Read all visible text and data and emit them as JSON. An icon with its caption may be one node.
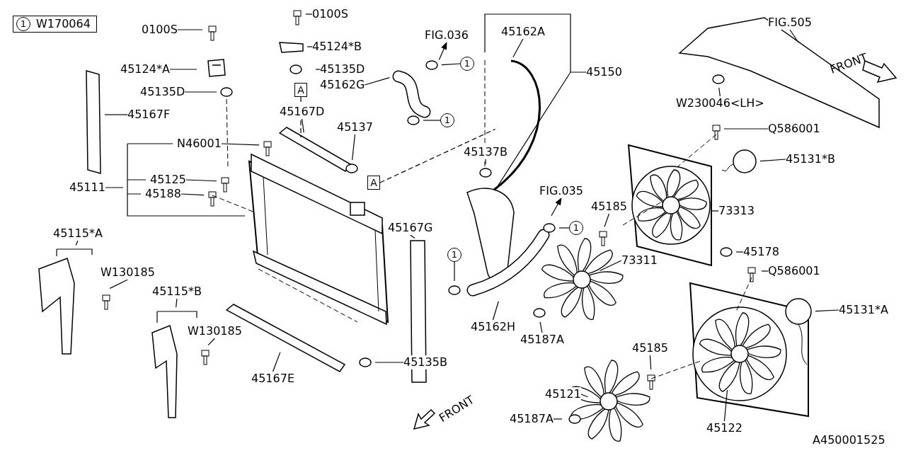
{
  "diagram": {
    "nodes": [
      {
        "text": [
          "1",
          "W170064"
        ]
      },
      {
        "text": [
          "0100S"
        ]
      },
      {
        "text": [
          "0100S"
        ]
      },
      {
        "text": [
          "45124*B"
        ]
      },
      {
        "text": [
          "45124*A"
        ]
      },
      {
        "text": [
          "45135D"
        ]
      },
      {
        "text": [
          "A"
        ]
      },
      {
        "text": [
          "45135D"
        ]
      },
      {
        "text": [
          "45167F"
        ]
      },
      {
        "text": [
          "45167D"
        ]
      },
      {
        "text": [
          "N46001"
        ]
      },
      {
        "text": [
          "45111"
        ]
      },
      {
        "text": [
          "45125"
        ]
      },
      {
        "text": [
          "45188"
        ]
      },
      {
        "text": [
          "45137"
        ]
      },
      {
        "text": [
          "FIG.036"
        ]
      },
      {
        "text": [
          "1"
        ]
      },
      {
        "text": [
          "45162G"
        ]
      },
      {
        "text": [
          "1"
        ]
      },
      {
        "text": [
          "45162A"
        ]
      },
      {
        "text": [
          "45150"
        ]
      },
      {
        "text": [
          "45137B"
        ]
      },
      {
        "text": [
          "A"
        ]
      },
      {
        "text": [
          "45167G"
        ]
      },
      {
        "text": [
          "45115*A"
        ]
      },
      {
        "text": [
          "W130185"
        ]
      },
      {
        "text": [
          "FIG.035"
        ]
      },
      {
        "text": [
          "1"
        ]
      },
      {
        "text": [
          "45185"
        ]
      },
      {
        "text": [
          "73313"
        ]
      },
      {
        "text": [
          "1"
        ]
      },
      {
        "text": [
          "73311"
        ]
      },
      {
        "text": [
          "45178"
        ]
      },
      {
        "text": [
          "45162H"
        ]
      },
      {
        "text": [
          "45187A"
        ]
      },
      {
        "text": [
          "45115*B"
        ]
      },
      {
        "text": [
          "W130185"
        ]
      },
      {
        "text": [
          "45167E"
        ]
      },
      {
        "text": [
          "45135B"
        ]
      },
      {
        "text": [
          "45185"
        ]
      },
      {
        "text": [
          "45121"
        ]
      },
      {
        "text": [
          "45187A"
        ]
      },
      {
        "text": [
          "45122"
        ]
      },
      {
        "text": [
          "FIG.505"
        ]
      },
      {
        "text": [
          "W230046<LH>"
        ]
      },
      {
        "text": [
          "Q586001"
        ]
      },
      {
        "text": [
          "45131*B"
        ]
      },
      {
        "text": [
          "Q586001"
        ]
      },
      {
        "text": [
          "45131*A"
        ]
      },
      {
        "text": [],
        "shape": "picture"
      }
    ],
    "edges": [
      {
        "from": 1,
        "to": null,
        "arrow": "none"
      },
      {
        "from": 2,
        "to": null,
        "arrow": "none"
      },
      {
        "from": 3,
        "to": null,
        "arrow": "none"
      },
      {
        "from": 4,
        "to": null,
        "arrow": "none"
      },
      {
        "from": 5,
        "to": null,
        "arrow": "none"
      },
      {
        "from": 7,
        "to": null,
        "arrow": "none"
      },
      {
        "from": 8,
        "to": null,
        "arrow": "none"
      },
      {
        "from": 9,
        "to": null,
        "arrow": "none"
      },
      {
        "from": 10,
        "to": null,
        "arrow": "none"
      },
      {
        "from": 11,
        "to": null,
        "arrow": "none"
      },
      {
        "from": 12,
        "to": null,
        "arrow": "none"
      },
      {
        "from": 13,
        "to": null,
        "arrow": "none"
      },
      {
        "from": 14,
        "to": null,
        "arrow": "none"
      },
      {
        "from": null,
        "to": 15,
        "arrow": "to"
      },
      {
        "from": 16,
        "to": null,
        "arrow": "none"
      },
      {
        "from": 17,
        "to": null,
        "arrow": "none"
      },
      {
        "from": 18,
        "to": null,
        "arrow": "none"
      },
      {
        "from": 19,
        "to": null,
        "arrow": "none"
      },
      {
        "from": 20,
        "to": null,
        "arrow": "none"
      },
      {
        "from": 21,
        "to": null,
        "arrow": "none"
      },
      {
        "from": 23,
        "to": null,
        "arrow": "none"
      },
      {
        "from": 24,
        "to": null,
        "arrow": "none"
      },
      {
        "from": 25,
        "to": null,
        "arrow": "none"
      },
      {
        "from": null,
        "to": 26,
        "arrow": "to"
      },
      {
        "from": 27,
        "to": null,
        "arrow": "none"
      },
      {
        "from": 28,
        "to": null,
        "arrow": "none"
      },
      {
        "from": 29,
        "to": null,
        "arrow": "none"
      },
      {
        "from": 30,
        "to": null,
        "arrow": "none"
      },
      {
        "from": 31,
        "to": null,
        "arrow": "none"
      },
      {
        "from": 32,
        "to": null,
        "arrow": "none"
      },
      {
        "from": 33,
        "to": null,
        "arrow": "none"
      },
      {
        "from": 34,
        "to": null,
        "arrow": "none"
      },
      {
        "from": 35,
        "to": null,
        "arrow": "none"
      },
      {
        "from": 36,
        "to": null,
        "arrow": "none"
      },
      {
        "from": 37,
        "to": null,
        "arrow": "none"
      },
      {
        "from": 38,
        "to": null,
        "arrow": "none"
      },
      {
        "from": 39,
        "to": null,
        "arrow": "none"
      },
      {
        "from": 40,
        "to": null,
        "arrow": "none"
      },
      {
        "from": 41,
        "to": null,
        "arrow": "none"
      },
      {
        "from": 42,
        "to": null,
        "arrow": "none"
      },
      {
        "from": 43,
        "to": 49,
        "arrow": "none"
      },
      {
        "from": 44,
        "to": null,
        "arrow": "none"
      },
      {
        "from": 45,
        "to": null,
        "arrow": "none"
      },
      {
        "from": 46,
        "to": null,
        "arrow": "none"
      },
      {
        "from": 47,
        "to": null,
        "arrow": "none"
      },
      {
        "from": 48,
        "to": null,
        "arrow": "none"
      },
      {
        "from": 22,
        "to": null,
        "arrow": "none",
        "style": "dashed"
      },
      {
        "from": 6,
        "to": null,
        "arrow": "none",
        "style": "dashed"
      }
    ],
    "labels": [
      "FRONT",
      "FRONT",
      "A450001525"
    ]
  }
}
